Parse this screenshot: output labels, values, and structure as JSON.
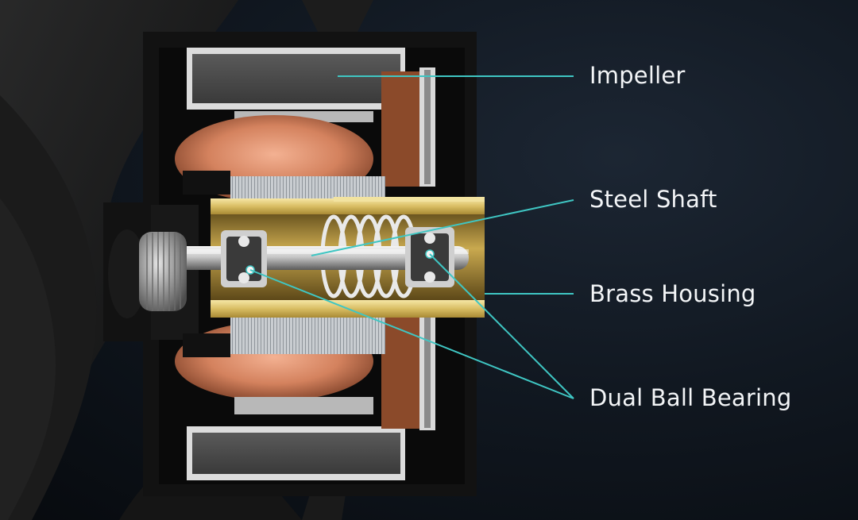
{
  "callouts": {
    "impeller": "Impeller",
    "steel_shaft": "Steel Shaft",
    "brass_housing": "Brass Housing",
    "dual_ball_bearing": "Dual Ball Bearing"
  },
  "colors": {
    "leader_line": "#3fc6c3",
    "label_text": "#f3f5f7",
    "background": "#0f1620",
    "brass": "#e4cf7a",
    "copper": "#d98b66",
    "frame": "#121212"
  }
}
